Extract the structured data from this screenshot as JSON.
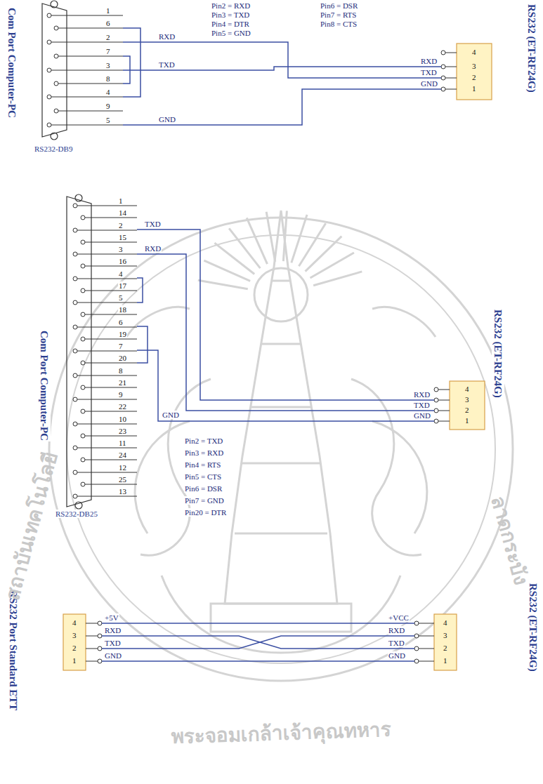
{
  "diagram": {
    "nodes": [
      {
        "text": [
          "Com Port Computer-PC",
          "RS232-DB9"
        ]
      },
      {
        "text": [
          "RS232 (ET-RF24G)"
        ]
      },
      {
        "text": [
          "Com Port Computer-PC",
          "RS232-DB25"
        ]
      },
      {
        "text": [
          "RS232 (ET-RF24G)"
        ]
      },
      {
        "text": [
          "RS232 Port Standard ETT"
        ]
      },
      {
        "text": [
          "RS232 (ET-RF24G)"
        ]
      }
    ],
    "edges": [
      {
        "from": 0,
        "to": 1,
        "arrow": "none"
      },
      {
        "from": 0,
        "to": 1,
        "arrow": "none"
      },
      {
        "from": 0,
        "to": 1,
        "arrow": "none"
      },
      {
        "from": 2,
        "to": 3,
        "arrow": "none"
      },
      {
        "from": 2,
        "to": 3,
        "arrow": "none"
      },
      {
        "from": 2,
        "to": 3,
        "arrow": "none"
      },
      {
        "from": 4,
        "to": 5,
        "arrow": "none"
      },
      {
        "from": 4,
        "to": 5,
        "arrow": "none"
      },
      {
        "from": 4,
        "to": 5,
        "arrow": "none"
      },
      {
        "from": 4,
        "to": 5,
        "arrow": "none"
      }
    ],
    "labels": [
      "Pin2 = RXD",
      "Pin3 = TXD",
      "Pin4 = DTR",
      "Pin5 = GND",
      "Pin6 = DSR",
      "Pin7 = RTS",
      "Pin8 = CTS",
      "1",
      "6",
      "2",
      "7",
      "3",
      "8",
      "4",
      "9",
      "5",
      "RXD",
      "TXD",
      "GND",
      "4",
      "3",
      "2",
      "1",
      "RXD",
      "TXD",
      "GND",
      "1",
      "14",
      "2",
      "15",
      "3",
      "16",
      "4",
      "17",
      "5",
      "18",
      "6",
      "19",
      "7",
      "20",
      "8",
      "21",
      "9",
      "22",
      "10",
      "23",
      "11",
      "24",
      "12",
      "25",
      "13",
      "TXD",
      "RXD",
      "GND",
      "4",
      "3",
      "2",
      "1",
      "RXD",
      "TXD",
      "GND",
      "Pin2 = TXD",
      "Pin3 = RXD",
      "Pin4 = RTS",
      "Pin5 = CTS",
      "Pin6 = DSR",
      "Pin7 = GND",
      "Pin20 = DTR",
      "4",
      "3",
      "2",
      "1",
      "+5V",
      "RXD",
      "TXD",
      "GND",
      "4",
      "3",
      "2",
      "1",
      "+VCC",
      "RXD",
      "TXD",
      "GND",
      "สถาบันเทคโนโลยี",
      "พระจอมเกล้าเจ้าคุณทหาร",
      "ลาดกระบัง"
    ]
  }
}
